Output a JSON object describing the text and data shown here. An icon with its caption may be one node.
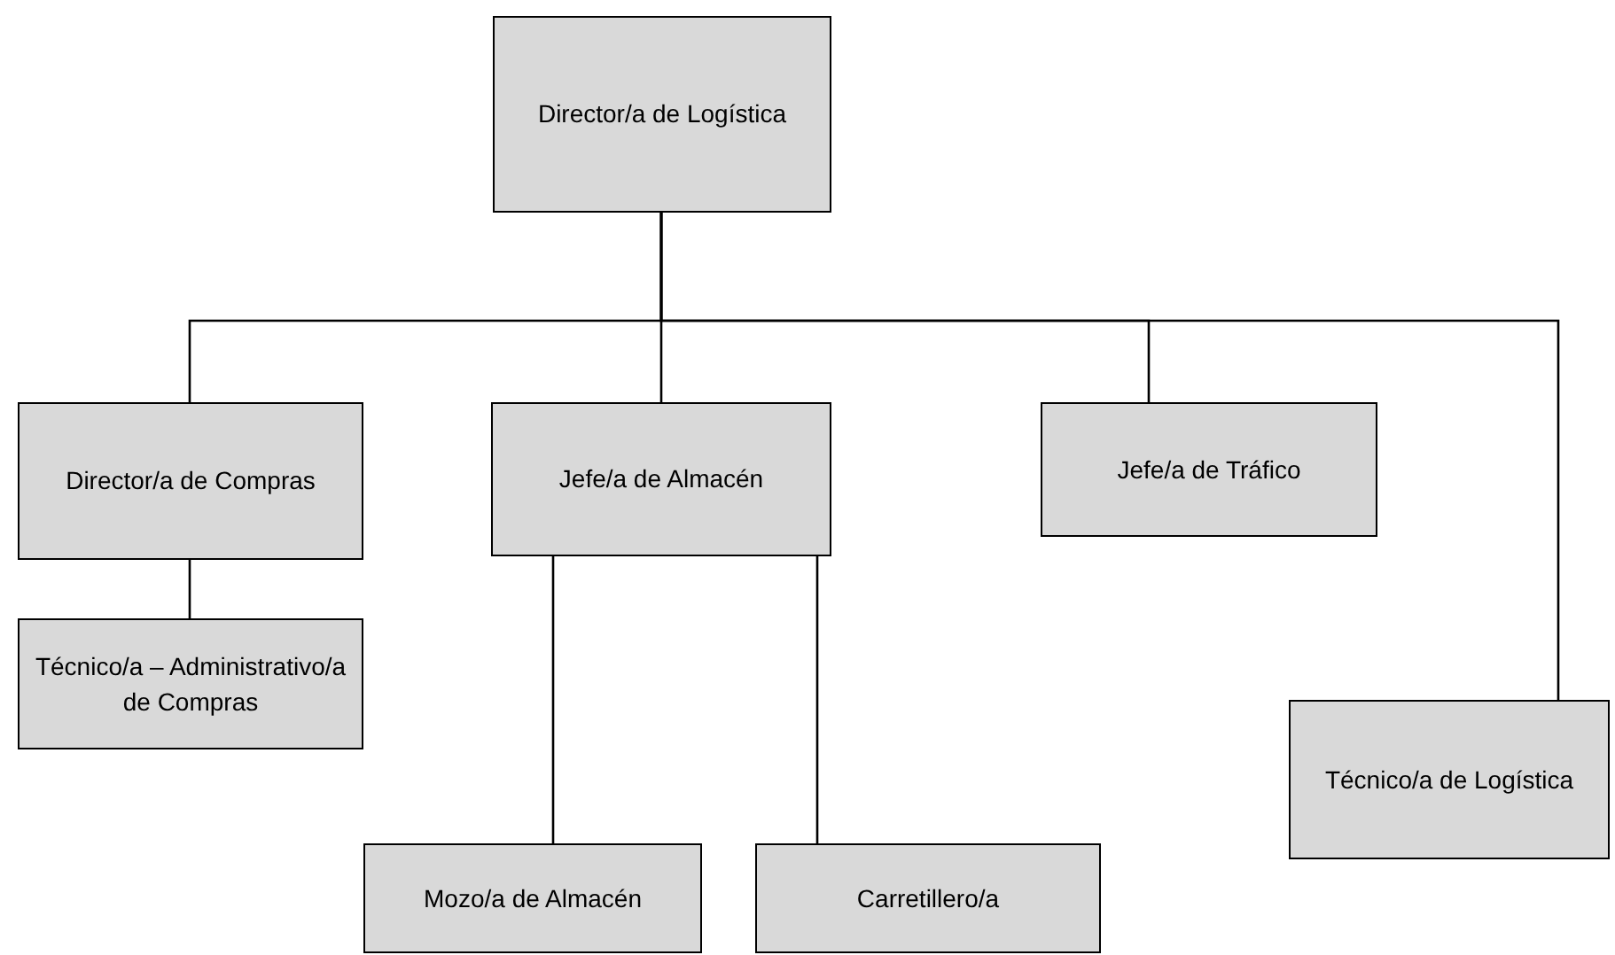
{
  "diagram": {
    "nodes": [
      {
        "text": [
          "Director/a de Logística"
        ]
      },
      {
        "text": [
          "Director/a de Compras"
        ]
      },
      {
        "text": [
          "Jefe/a de Almacén"
        ]
      },
      {
        "text": [
          "Jefe/a de Tráfico"
        ]
      },
      {
        "text": [
          "Técnico/a – Administrativo/a de Compras"
        ]
      },
      {
        "text": [
          "Técnico/a de Logística"
        ]
      },
      {
        "text": [
          "Mozo/a de Almacén"
        ]
      },
      {
        "text": [
          "Carretillero/a"
        ]
      }
    ],
    "edges": [
      {
        "from": 0,
        "to": 1,
        "arrow": "none"
      },
      {
        "from": 0,
        "to": 2,
        "arrow": "none"
      },
      {
        "from": 0,
        "to": 3,
        "arrow": "none"
      },
      {
        "from": 0,
        "to": 5,
        "arrow": "none"
      },
      {
        "from": 1,
        "to": 4,
        "arrow": "none"
      },
      {
        "from": 2,
        "to": 6,
        "arrow": "none"
      },
      {
        "from": 2,
        "to": 7,
        "arrow": "none"
      }
    ]
  }
}
